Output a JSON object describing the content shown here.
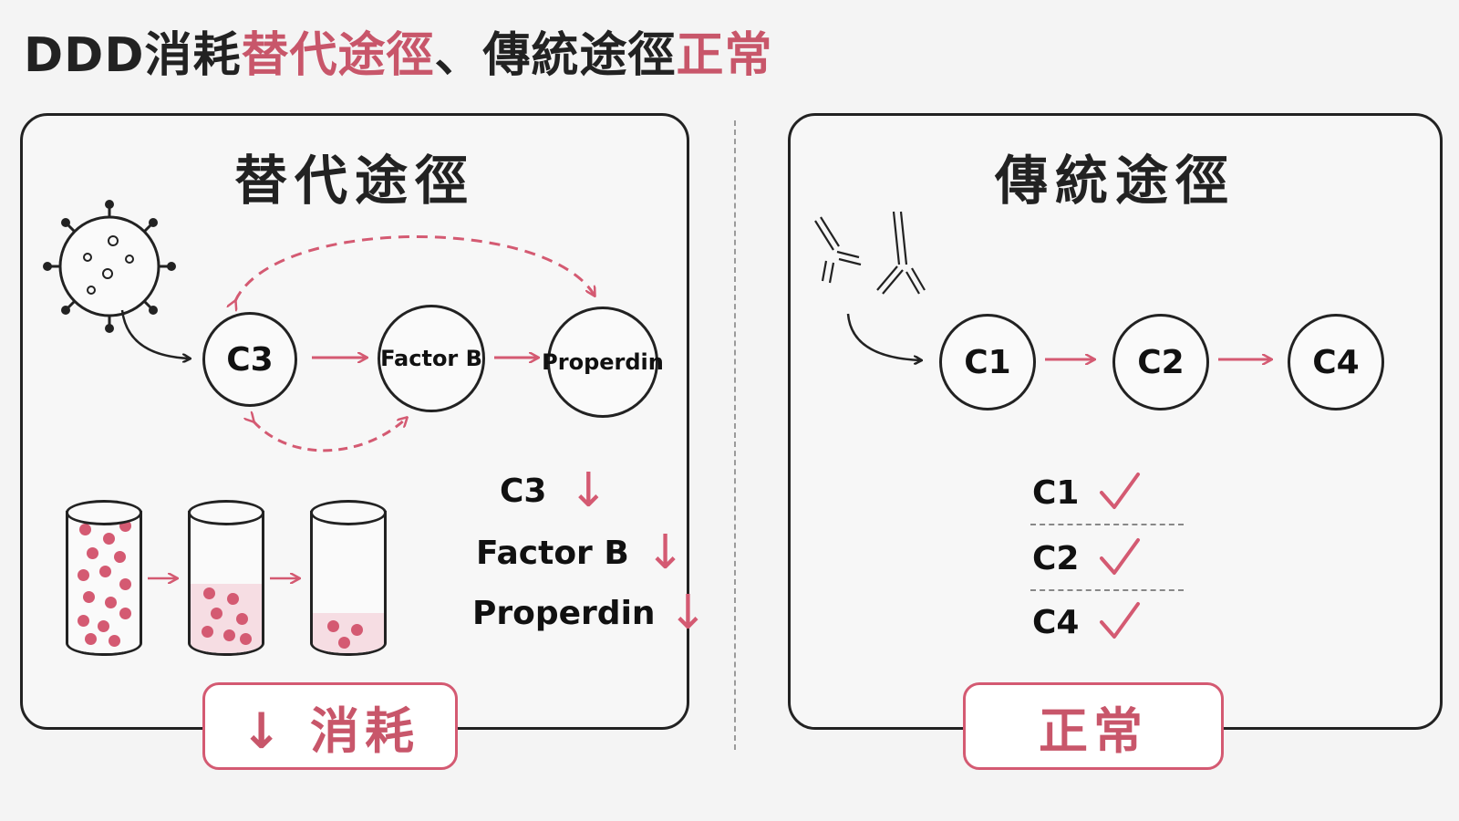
{
  "header": {
    "title_prefix": "DDD消耗",
    "title_alt": "替代途徑",
    "title_mid": "、傳統途徑",
    "title_normal": "正常"
  },
  "left_panel": {
    "title": "替代途徑",
    "pathway_nodes": [
      "C3",
      "Factor B",
      "Properdin"
    ],
    "decreased_markers": [
      {
        "label": "C3",
        "symbol": "↓"
      },
      {
        "label": "Factor B",
        "symbol": "↓"
      },
      {
        "label": "Properdin",
        "symbol": "↓"
      }
    ],
    "result_badge": "↓ 消耗"
  },
  "right_panel": {
    "title": "傳統途徑",
    "pathway_nodes": [
      "C1",
      "C2",
      "C4"
    ],
    "normal_markers": [
      {
        "label": "C1",
        "icon": "check-icon"
      },
      {
        "label": "C2",
        "icon": "check-icon"
      },
      {
        "label": "C4",
        "icon": "check-icon"
      }
    ],
    "result_badge": "正常"
  },
  "colors": {
    "accent": "#c8566a",
    "arrow_pink": "#d45a72",
    "ink": "#222222"
  }
}
